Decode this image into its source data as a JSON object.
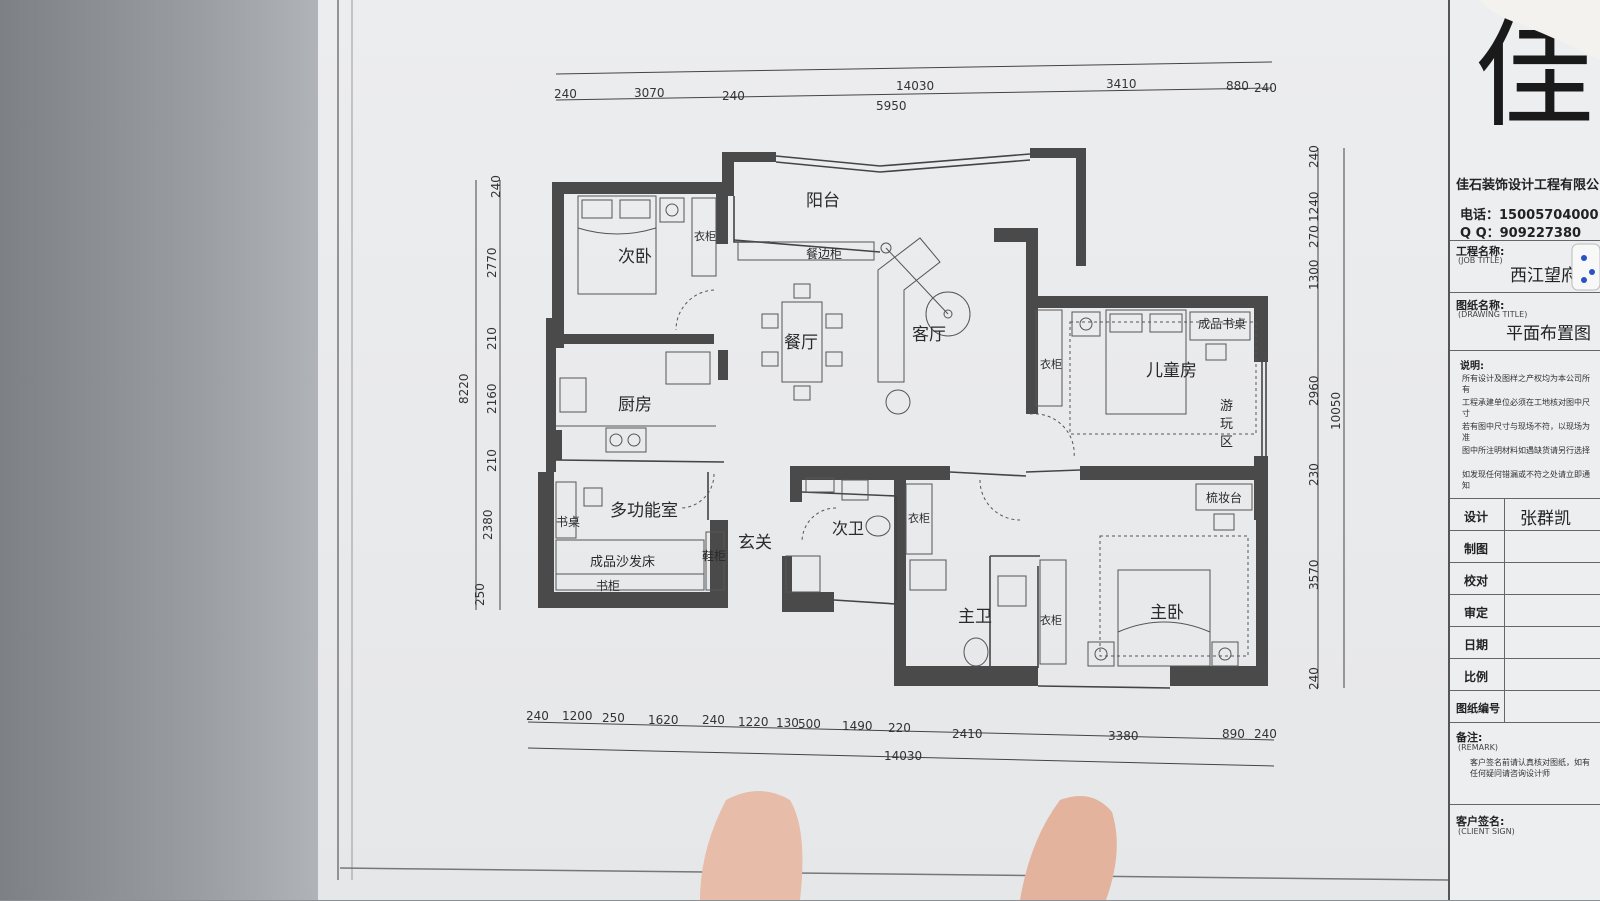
{
  "plan": {
    "rooms": {
      "balcony": "阳台",
      "second_bedroom": "次卧",
      "sideboard": "餐边柜",
      "dining_room": "餐厅",
      "living_room": "客厅",
      "kitchen": "厨房",
      "multi_room": "多功能室",
      "desk": "书桌",
      "sofa_bed": "成品沙发床",
      "bookshelf": "书柜",
      "shoe_cabinet": "鞋柜",
      "foyer": "玄关",
      "second_bath": "次卫",
      "master_bath": "主卫",
      "master_bedroom": "主卧",
      "kids_room": "儿童房",
      "ready_desk": "成品书桌",
      "play_area_1": "游",
      "play_area_2": "玩",
      "play_area_3": "区",
      "dresser": "梳妆台",
      "wardrobe": "衣柜"
    },
    "dims_top": {
      "total": "14030",
      "d1": "240",
      "d2": "3070",
      "d3": "240",
      "d4": "5950",
      "d5": "3410",
      "d6": "880",
      "d7": "240"
    },
    "dims_bottom": {
      "d1": "240",
      "d2": "1200",
      "d3": "250",
      "d4": "1620",
      "d5": "240",
      "d6": "1220",
      "d7": "130",
      "d8": "500",
      "d9": "1490",
      "d10": "220",
      "d11": "2410",
      "d12": "3380",
      "d13": "890",
      "d14": "240",
      "total": "14030"
    },
    "dims_left": {
      "total": "8220",
      "d1": "240",
      "d2": "2770",
      "d3": "210",
      "d4": "2160",
      "d5": "210",
      "d6": "2380",
      "d7": "250"
    },
    "dims_right": {
      "total": "10050",
      "d1": "240",
      "d2": "1240",
      "d3": "270",
      "d4": "1300",
      "d5": "2960",
      "d6": "230",
      "d7": "3570",
      "d8": "240"
    }
  },
  "title_block": {
    "logo_glyph": "佳",
    "company": "佳石装饰设计工程有限公",
    "phone_label": "电话：",
    "phone": "15005704000",
    "qq_label": "Q Q：",
    "qq": "909227380",
    "job_label": "工程名称:",
    "job_sub": "(JOB TITLE)",
    "job_value": "西江望府",
    "drawing_label": "图纸名称:",
    "drawing_sub": "(DRAWING TITLE)",
    "drawing_value": "平面布置图",
    "notes_label": "说明:",
    "notes": [
      "所有设计及图样之产权均为本公司所有",
      "工程承建单位必须在工地核对图中尺寸",
      "若有图中尺寸与现场不符，以现场为准",
      "图中所注明材料如遇缺货请另行选择",
      "如发现任何错漏或不符之处请立即通知"
    ],
    "design_label": "设计",
    "designer": "张群凯",
    "rows": [
      "制图",
      "校对",
      "审定",
      "日期",
      "比例",
      "图纸编号"
    ],
    "remark_label": "备注:",
    "remark_sub": "(REMARK)",
    "remark_text": "客户签名前请认真核对图纸，如有任何疑问请咨询设计师",
    "client_label": "客户签名:",
    "client_sub": "(CLIENT SIGN)"
  },
  "colors": {
    "wall": "#4a4a4a",
    "paper": "#e8e9eb",
    "desk": "#8c8f93",
    "ink": "#2a2a2a"
  }
}
